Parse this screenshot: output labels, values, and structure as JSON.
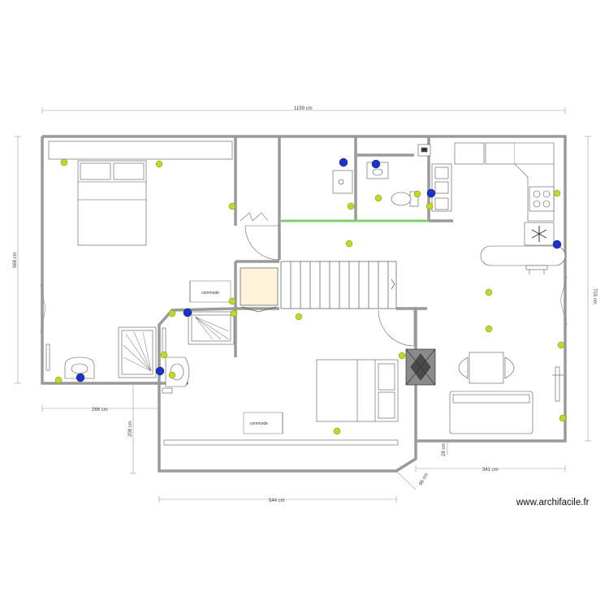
{
  "dimensions": {
    "top": "1199 cm",
    "left": "568 cm",
    "right": "703 cm",
    "bottom_left": "266 cm",
    "lower_left_height": "208 cm",
    "bottom_middle": "544 cm",
    "bottom_right": "341 cm",
    "step_small": "28 cm",
    "diagonal": "86 cm"
  },
  "labels": {
    "commode_upper": "commode",
    "commode_lower": "commode"
  },
  "watermark": "www.archifacile.fr",
  "colors": {
    "wall": "#9a9a9a",
    "light_point": "#c3d62b",
    "outlet_point": "#1a33c8",
    "glass_partition": "#79d36a",
    "stair_landing": "#fff4da"
  }
}
